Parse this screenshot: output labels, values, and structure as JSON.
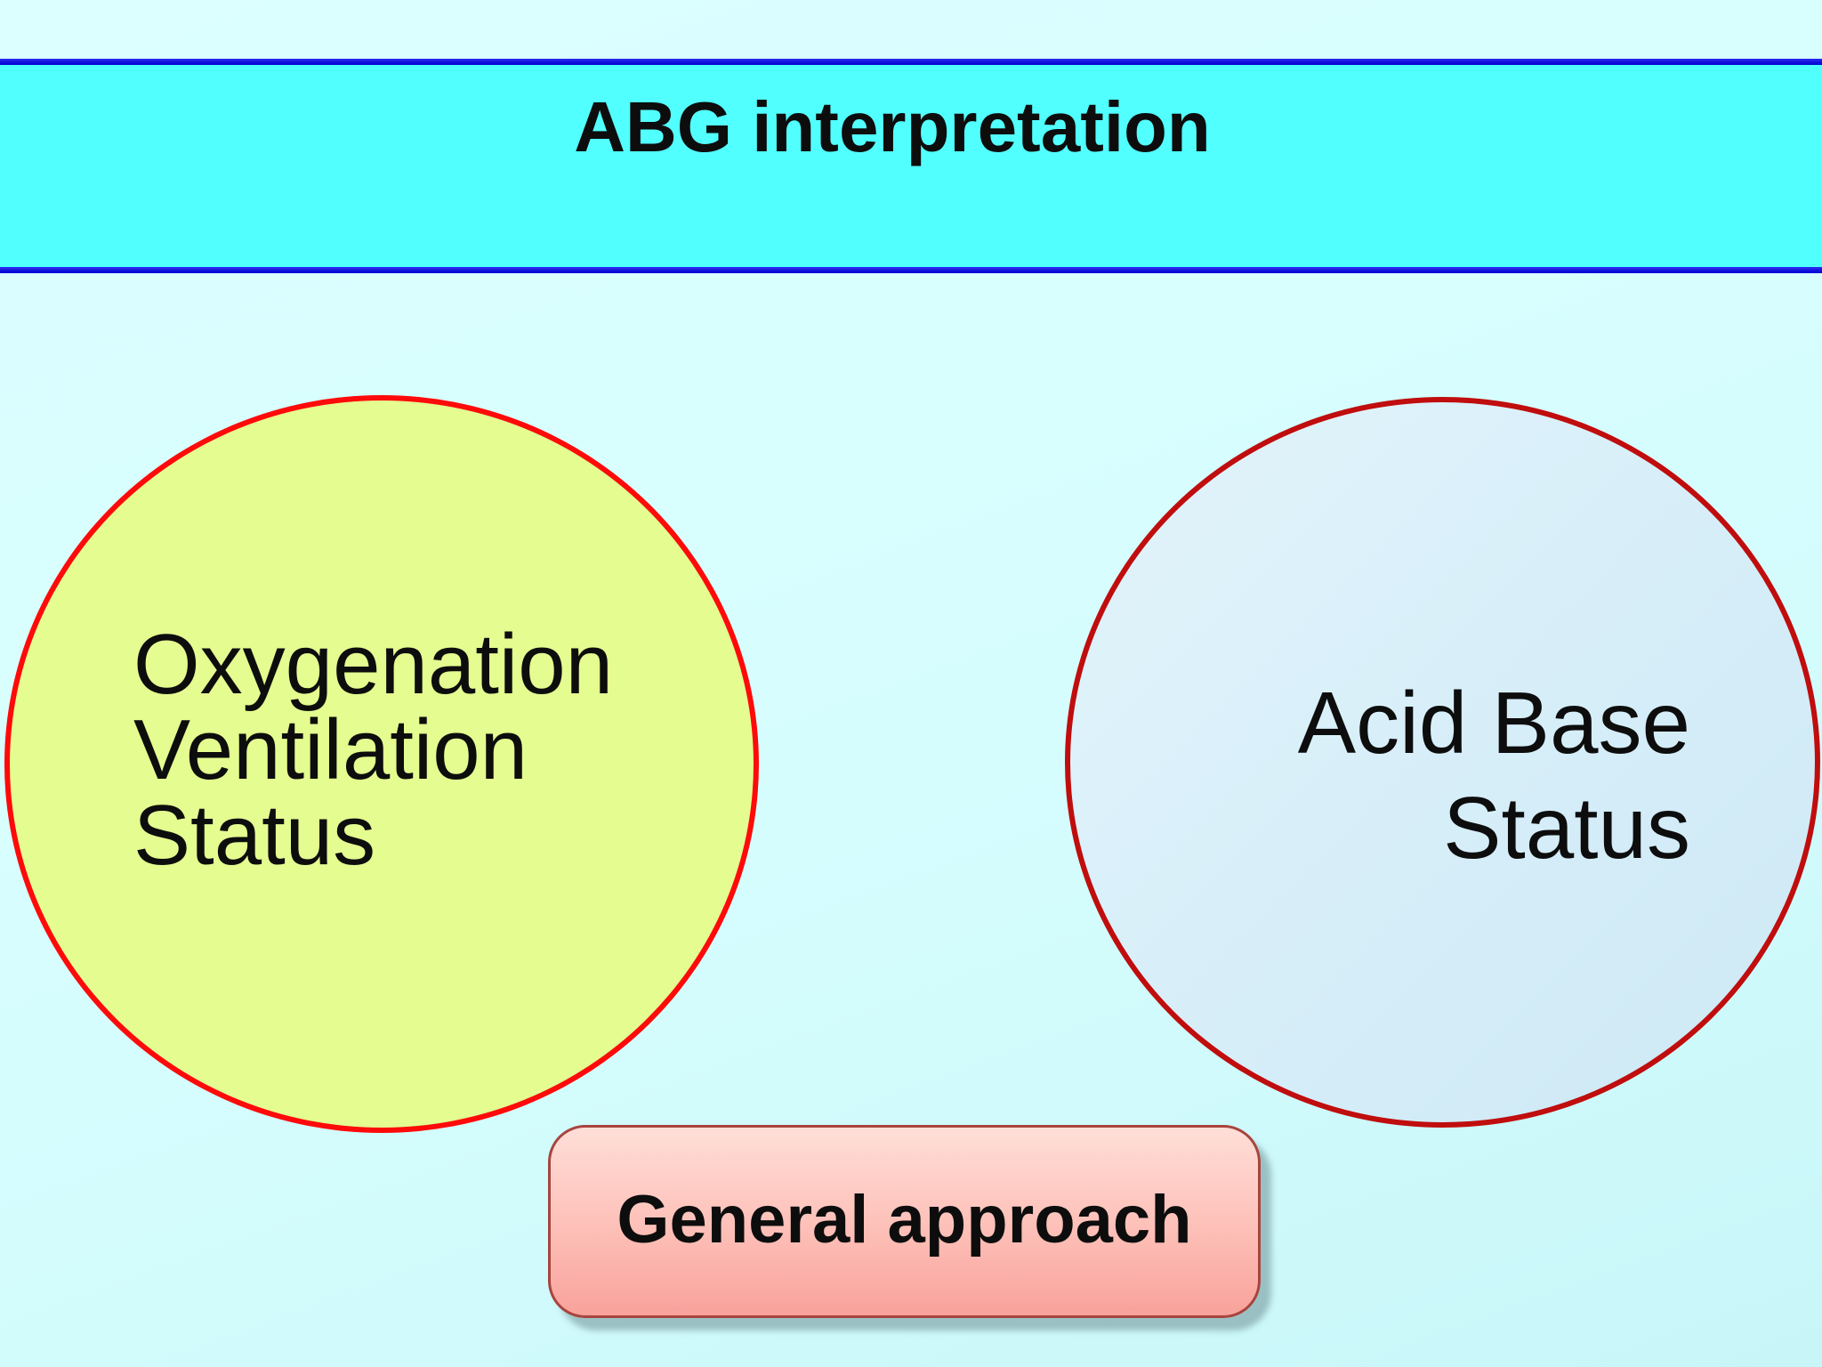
{
  "header": {
    "title": "ABG interpretation"
  },
  "circles": {
    "left": {
      "lines": [
        "Oxygenation",
        "Ventilation",
        "Status"
      ]
    },
    "right": {
      "lines": [
        "Acid Base",
        "Status"
      ]
    }
  },
  "button": {
    "label": "General approach"
  },
  "colors": {
    "page_bg": "#d6fdfe",
    "band_cyan": "#52ffff",
    "divider_blue": "#0a0ad8",
    "left_circle_fill": "#e4fc90",
    "left_circle_border": "#fe0a0a",
    "right_circle_fill": "#d8eff9",
    "right_circle_border": "#c00d0d",
    "button_top": "#ffded8",
    "button_bottom": "#f8a29b",
    "button_border": "#a8443e",
    "text": "#0d0d0d"
  }
}
